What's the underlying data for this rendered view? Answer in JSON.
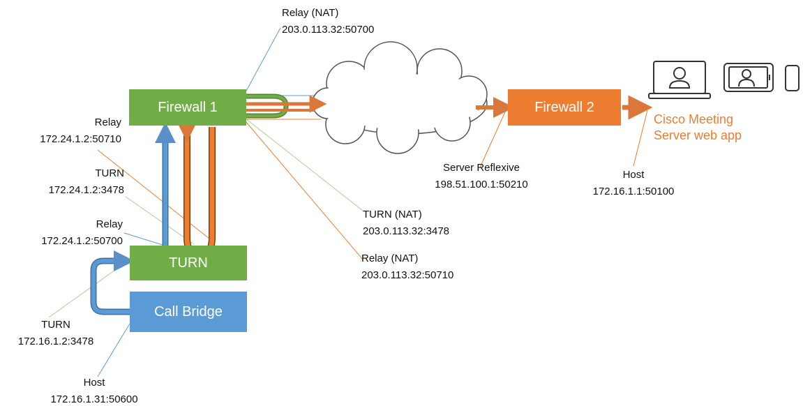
{
  "nodes": {
    "firewall1": {
      "label": "Firewall 1",
      "color": "#70ad47"
    },
    "turn": {
      "label": "TURN",
      "color": "#70ad47"
    },
    "call_bridge": {
      "label": "Call Bridge",
      "color": "#5b9bd5"
    },
    "firewall2": {
      "label": "Firewall 2",
      "color": "#ed7d31"
    },
    "web_app": {
      "line1": "Cisco Meeting",
      "line2": "Server web app",
      "color": "#ed7d31"
    }
  },
  "labels": {
    "relay_nat_top": {
      "name": "Relay (NAT)",
      "addr": "203.0.113.32:50700"
    },
    "relay_fw1": {
      "name": "Relay",
      "addr": "172.24.1.2:50710"
    },
    "turn_fw1": {
      "name": "TURN",
      "addr": "172.24.1.2:3478"
    },
    "relay_turn": {
      "name": "Relay",
      "addr": "172.24.1.2:50700"
    },
    "turn_cb": {
      "name": "TURN",
      "addr": "172.16.1.2:3478"
    },
    "host_cb": {
      "name": "Host",
      "addr": "172.16.1.31:50600"
    },
    "turn_nat": {
      "name": "TURN (NAT)",
      "addr": "203.0.113.32:3478"
    },
    "relay_nat_bottom": {
      "name": "Relay (NAT)",
      "addr": "203.0.113.32:50710"
    },
    "server_reflexive": {
      "name": "Server Reflexive",
      "addr": "198.51.100.1:50210"
    },
    "host_client": {
      "name": "Host",
      "addr": "172.16.1.1:50100"
    }
  },
  "icons": [
    "laptop-icon",
    "tablet-icon",
    "phone-icon"
  ],
  "colors": {
    "green": "#70ad47",
    "blue": "#5b9bd5",
    "orange": "#ed7d31",
    "blue_arrow": "#5b8fc7",
    "orange_arrow": "#d9783a"
  }
}
